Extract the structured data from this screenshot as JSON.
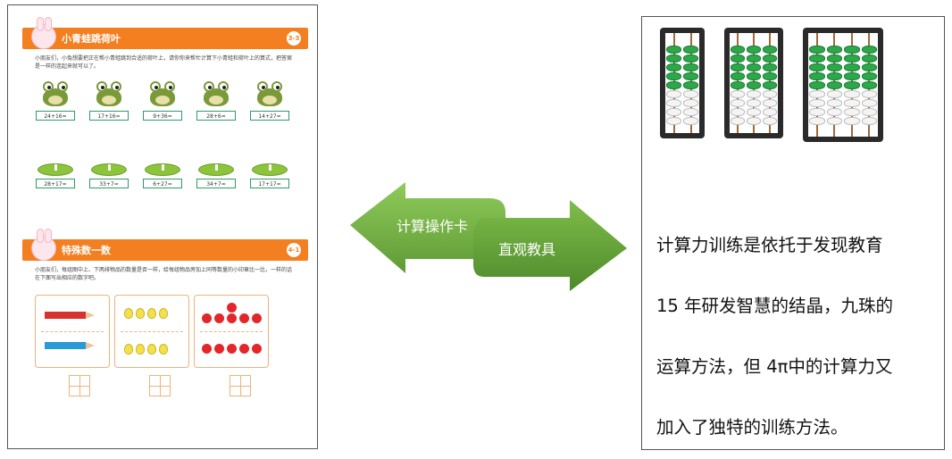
{
  "worksheet_frog": {
    "title": "小青蛙跳荷叶",
    "badge": "3-3",
    "intro": "小朋友们，小兔想要把正在帮小青蛙跳到合适的荷叶上，请你你来帮忙计算下小青蛙和荷叶上的算式，把答案是一样的连起来就可以了。",
    "frog_equations": [
      "24+16=",
      "17+16=",
      "9+36=",
      "28+6=",
      "14+27="
    ],
    "lily_equations": [
      "28+17=",
      "33+7=",
      "6+27=",
      "34+7=",
      "17+17="
    ]
  },
  "worksheet_count": {
    "title": "特殊数一数",
    "badge": "4-1",
    "intro": "小朋友们，每组图中上、下两排物品的数量是否一样，给每组物品旁加上同等数量的小印章比一比，一样的话在下面写出相应的数字吧。"
  },
  "arrow": {
    "left_label": "计算操作卡",
    "right_label": "直观教具",
    "color_light": "#7dbb4c",
    "color_dark": "#4f8a2b"
  },
  "description": {
    "lines": [
      "计算力训练是依托于发现教育",
      "15 年研发智慧的结晶，九珠的",
      "运算方法，但 4π中的计算力又",
      "加入了独特的训练方法。"
    ]
  },
  "abacus_colors": {
    "frame": "#2a2a2a",
    "green_bead": "#2aa84a",
    "white_bead": "#f4f4f4"
  }
}
